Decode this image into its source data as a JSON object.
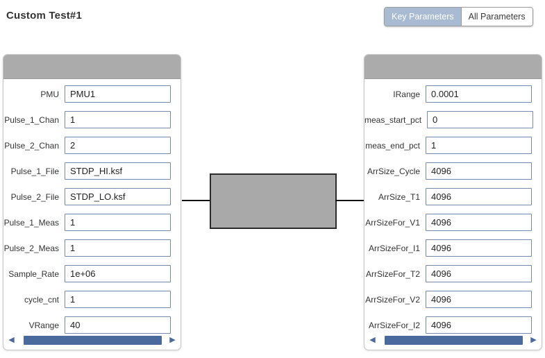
{
  "title": "Custom Test#1",
  "toggle": {
    "key_label": "Key Parameters",
    "all_label": "All Parameters",
    "selected": "Key Parameters"
  },
  "icons": {
    "scroll_left": "◀",
    "scroll_right": "▶"
  },
  "colors": {
    "scrollbar_blue": "#4a6a9d",
    "toggle_selected_bg": "#a8bbd3",
    "panel_header_gray": "#ababab",
    "input_border_blue": "#7389ae",
    "device_fill_gray": "#a9a9a9"
  },
  "left_panel": {
    "fields": [
      {
        "label": "PMU",
        "value": "PMU1"
      },
      {
        "label": "Pulse_1_Chan",
        "value": "1"
      },
      {
        "label": "Pulse_2_Chan",
        "value": "2"
      },
      {
        "label": "Pulse_1_File",
        "value": "STDP_HI.ksf"
      },
      {
        "label": "Pulse_2_File",
        "value": "STDP_LO.ksf"
      },
      {
        "label": "Pulse_1_Meas",
        "value": "1"
      },
      {
        "label": "Pulse_2_Meas",
        "value": "1"
      },
      {
        "label": "Sample_Rate",
        "value": "1e+06"
      },
      {
        "label": "cycle_cnt",
        "value": "1"
      },
      {
        "label": "VRange",
        "value": "40"
      }
    ]
  },
  "right_panel": {
    "fields": [
      {
        "label": "IRange",
        "value": "0.0001"
      },
      {
        "label": "meas_start_pct",
        "value": "0"
      },
      {
        "label": "meas_end_pct",
        "value": "1"
      },
      {
        "label": "ArrSize_Cycle",
        "value": "4096"
      },
      {
        "label": "ArrSize_T1",
        "value": "4096"
      },
      {
        "label": "ArrSizeFor_V1",
        "value": "4096"
      },
      {
        "label": "ArrSizeFor_I1",
        "value": "4096"
      },
      {
        "label": "ArrSizeFor_T2",
        "value": "4096"
      },
      {
        "label": "ArrSizeFor_V2",
        "value": "4096"
      },
      {
        "label": "ArrSizeFor_I2",
        "value": "4096"
      }
    ]
  }
}
